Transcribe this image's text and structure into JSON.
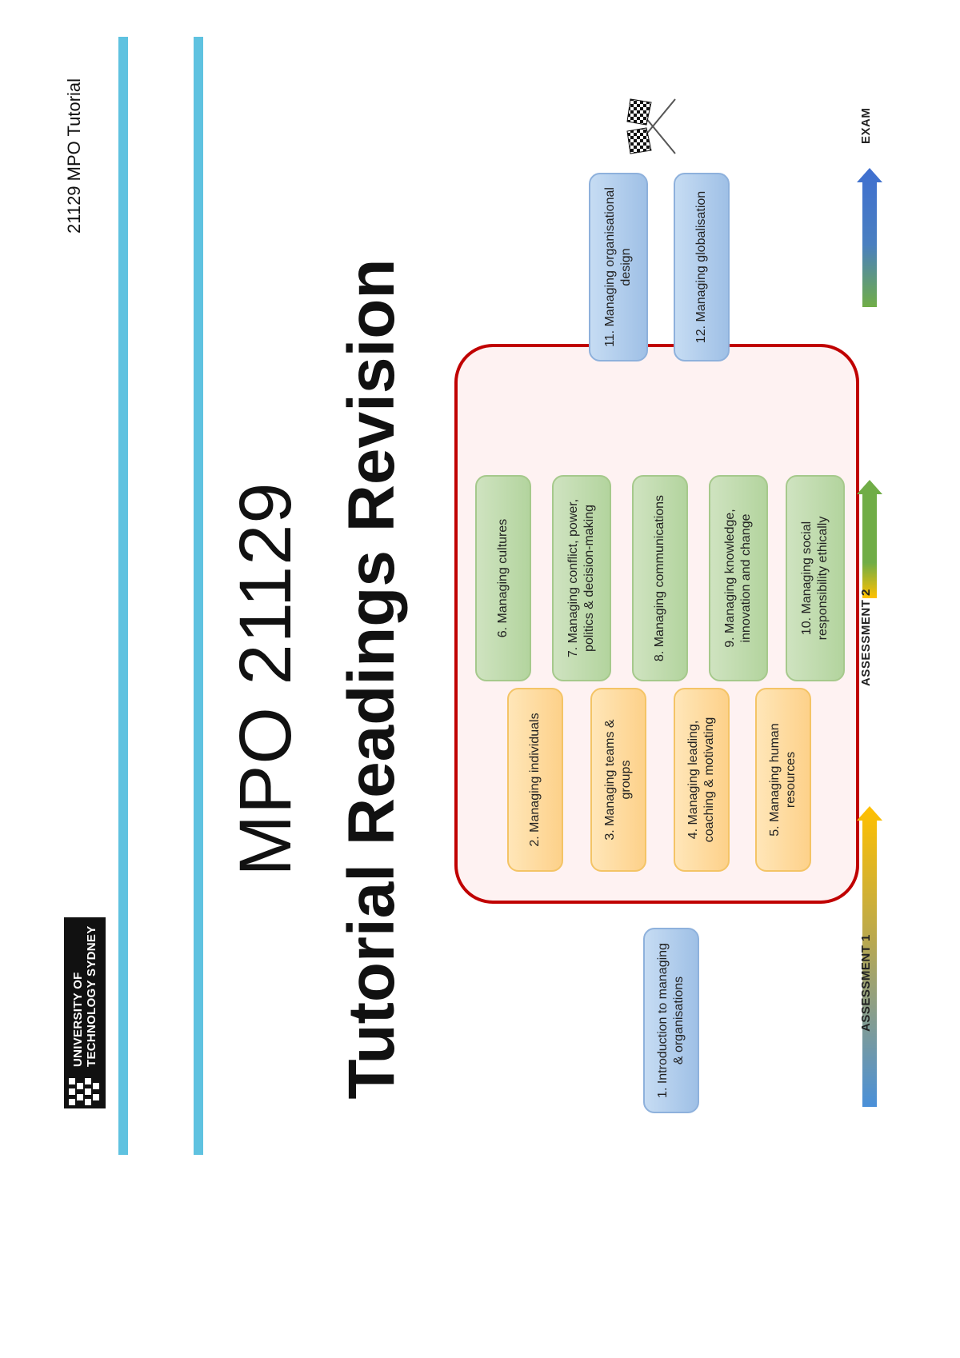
{
  "header": {
    "logo_line1": "UNIVERSITY OF",
    "logo_line2": "TECHNOLOGY SYDNEY",
    "course_code": "21129 MPO Tutorial"
  },
  "title": {
    "line1": "MPO 21129",
    "line2": "Tutorial Readings Revision"
  },
  "topics": {
    "t1": "1. Introduction to managing & organisations",
    "t2": "2. Managing individuals",
    "t3": "3. Managing teams & groups",
    "t4": "4. Managing leading, coaching & motivating",
    "t5": "5. Managing human resources",
    "t6": "6. Managing cultures",
    "t7": "7. Managing conflict, power, politics & decision-making",
    "t8": "8. Managing communications",
    "t9": "9. Managing knowledge, innovation and change",
    "t10": "10. Managing social responsibility ethically",
    "t11": "11. Managing organisational design",
    "t12": "12. Managing globalisation"
  },
  "timeline": {
    "assessment1": "ASSESSMENT 1",
    "assessment2": "ASSESSMENT 2",
    "exam": "EXAM"
  },
  "colors": {
    "accent_rule": "#5fc2e0",
    "container_border": "#c00000",
    "blue_box": "#9fc0e6",
    "orange_box": "#fdd18a",
    "green_box": "#b3d49e"
  }
}
